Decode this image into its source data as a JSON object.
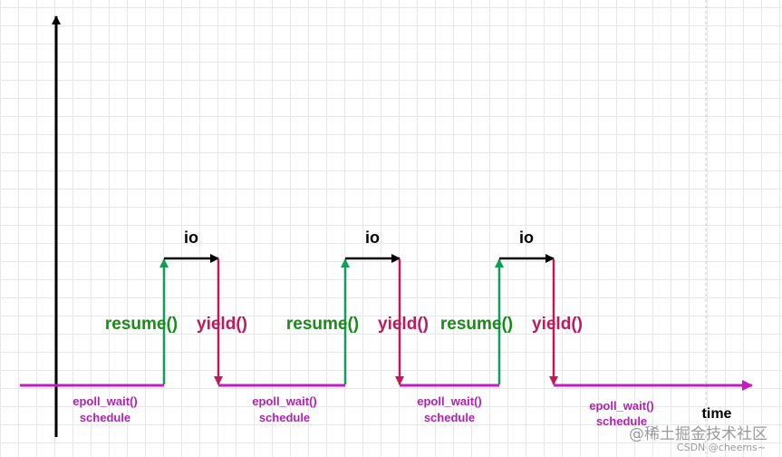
{
  "diagram": {
    "io_label": "io",
    "resume_label": "resume()",
    "yield_label": "yield()",
    "epoll_line1": "epoll_wait()",
    "epoll_line2": "schedule",
    "time_label": "time",
    "cycles": [
      {
        "io": "io",
        "resume": "resume()",
        "yield": "yield()",
        "epoll1": "epoll_wait()",
        "epoll2": "schedule"
      },
      {
        "io": "io",
        "resume": "resume()",
        "yield": "yield()",
        "epoll1": "epoll_wait()",
        "epoll2": "schedule"
      },
      {
        "io": "io",
        "resume": "resume()",
        "yield": "yield()",
        "epoll1": "epoll_wait()",
        "epoll2": "schedule"
      }
    ],
    "final_epoll1": "epoll_wait()",
    "final_epoll2": "schedule",
    "colors": {
      "baseline": "#c41bc4",
      "resume_arrow": "#0f9d58",
      "yield_arrow": "#c2185b",
      "io_arrow": "#000000",
      "axis": "#000000",
      "resume_text": "#1a8a1a",
      "yield_text": "#c2185b",
      "epoll_text": "#b41fb4"
    }
  },
  "watermark": {
    "main": "@稀土掘金技术社区",
    "sub": "CSDN @cheems~"
  }
}
